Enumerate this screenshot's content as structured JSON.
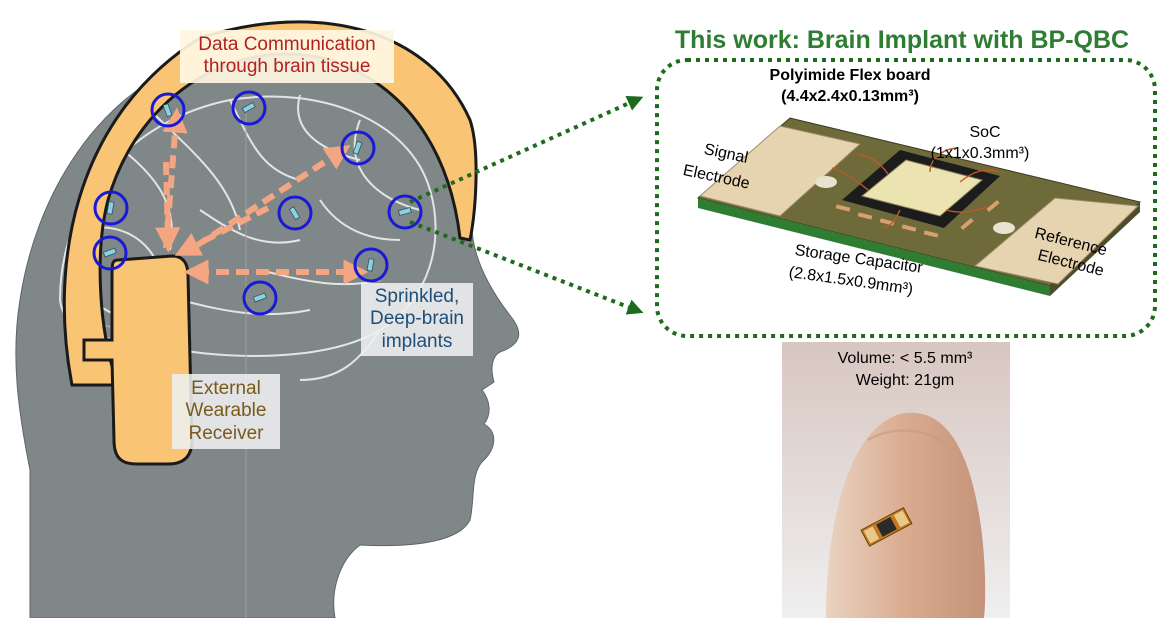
{
  "title": "This work: Brain Implant with BP-QBC",
  "head_labels": {
    "communication": [
      "Data Communication",
      "through brain tissue"
    ],
    "implants": [
      "Sprinkled,",
      "Deep-brain",
      "implants"
    ],
    "receiver": [
      "External",
      "Wearable",
      "Receiver"
    ]
  },
  "board": {
    "title": "Polyimide Flex board",
    "dims": "(4.4x2.4x0.13mm³)",
    "soc_name": "SoC",
    "soc_dims": "(1x1x0.3mm³)",
    "signal_electrode": [
      "Signal",
      "Electrode"
    ],
    "reference_electrode": [
      "Reference",
      "Electrode"
    ],
    "storage_capacitor": "Storage Capacitor",
    "capacitor_dims": "(2.8x1.5x0.9mm³)"
  },
  "photo": {
    "volume": "Volume: < 5.5 mm³",
    "weight": "Weight: 21gm"
  },
  "colors": {
    "head": "#808789",
    "receiver": "#f9c575",
    "arrow": "#f4a582",
    "implant_circle": "#1a1ad6",
    "callout": "#1e6b1e",
    "title": "#2e7d32",
    "skin": "#d9ab8f"
  }
}
